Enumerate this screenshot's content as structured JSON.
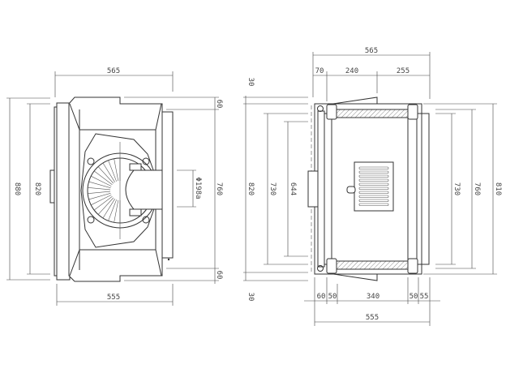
{
  "front_view": {
    "width_top": "565",
    "width_bottom": "555",
    "height_outer": "880",
    "height_inner": "820",
    "height_right": "760",
    "offset_top": "60",
    "offset_bottom": "60",
    "outlet_diameter": "Φ198a"
  },
  "side_view": {
    "width_top": "565",
    "seg_top": [
      "70",
      "240",
      "255"
    ],
    "height_left": "820",
    "offset_top": "30",
    "offset_bottom": "30",
    "inner_left_a": "730",
    "inner_left_b": "644",
    "right_a": "730",
    "right_b": "760",
    "right_c": "810",
    "seg_bottom": [
      "60",
      "50",
      "340",
      "50",
      "55"
    ],
    "width_bottom": "555"
  }
}
